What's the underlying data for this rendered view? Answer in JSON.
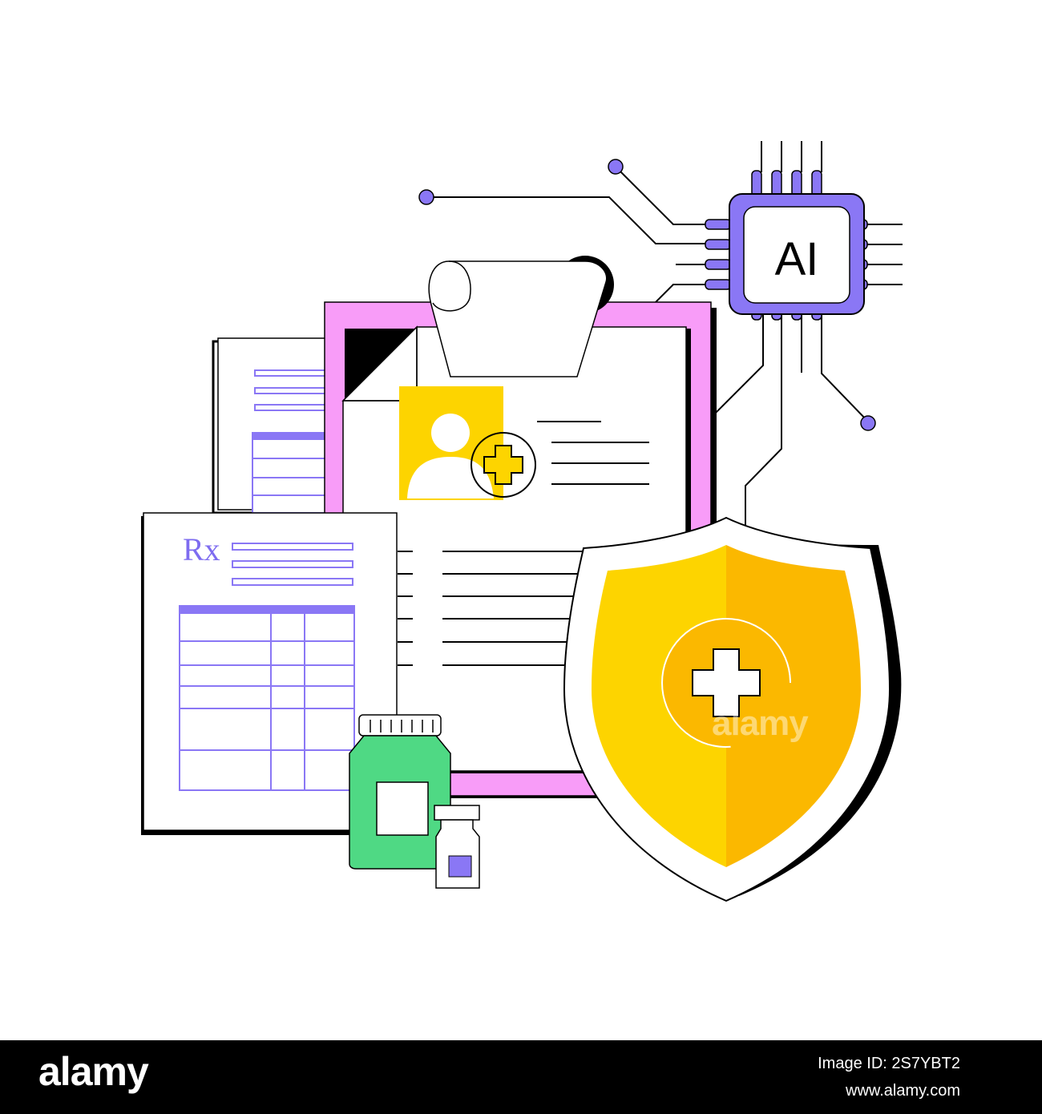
{
  "illustration": {
    "chip_label": "AI",
    "rx_label": "Rx",
    "watermark": "alamy",
    "colors": {
      "purple": "#8a77f5",
      "pink": "#f89cf8",
      "yellow": "#fdd400",
      "orange": "#fbb800",
      "green": "#4fd984",
      "black": "#000000"
    }
  },
  "footer": {
    "logo": "alamy",
    "image_id": "Image ID: 2S7YBT2",
    "site": "www.alamy.com"
  }
}
